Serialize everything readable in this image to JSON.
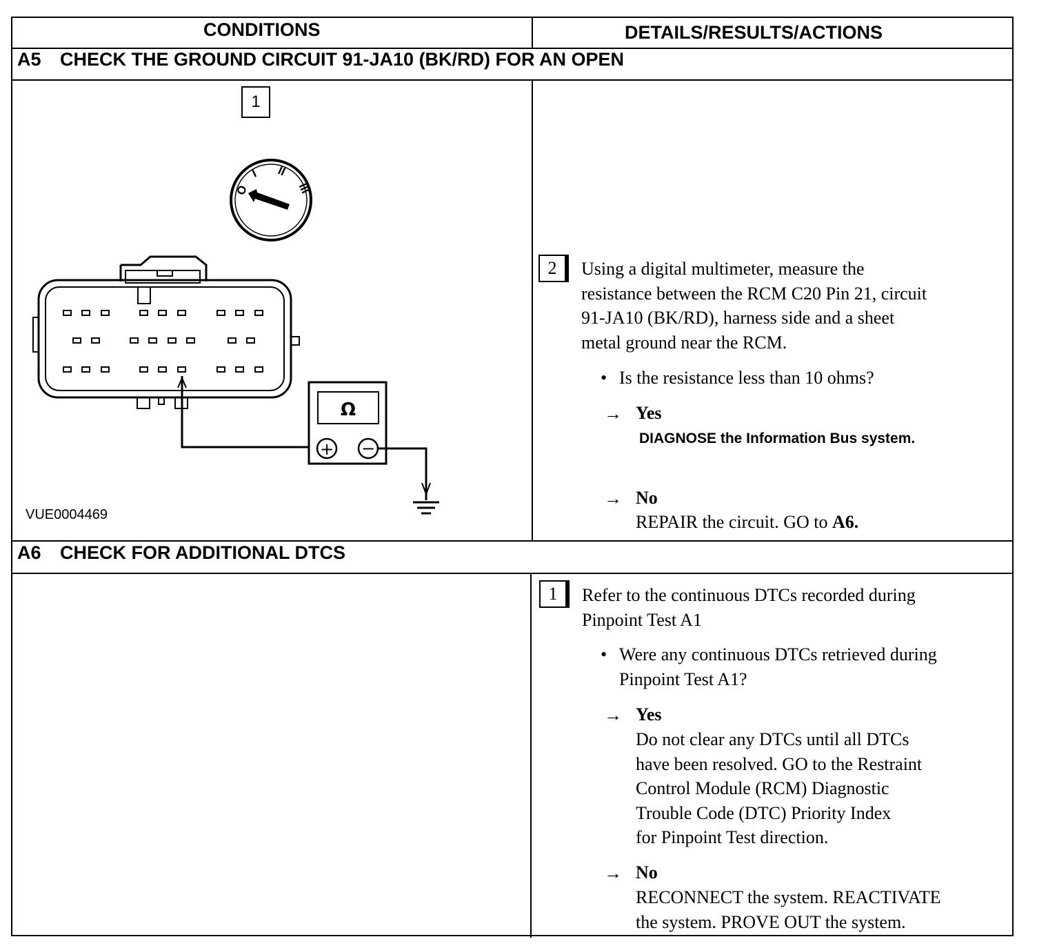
{
  "header": {
    "conditions": "CONDITIONS",
    "details": "DETAILS/RESULTS/ACTIONS"
  },
  "a5": {
    "code": "A5",
    "title": "CHECK THE GROUND CIRCUIT 91-JA10 (BK/RD) FOR AN OPEN",
    "figure": {
      "step_number": "1",
      "ignition_labels": [
        "O",
        "I",
        "II",
        "III"
      ],
      "meter_symbol": "Ω",
      "plus_symbol": "+",
      "minus_symbol": "−",
      "figure_id": "VUE0004469"
    },
    "step2": {
      "number": "2",
      "text": "Using a digital multimeter, measure the resistance between the RCM C20 Pin 21, circuit 91-JA10 (BK/RD), harness side and a sheet metal ground near the RCM.",
      "lines": [
        "Using a digital multimeter, measure the",
        "resistance between the RCM C20 Pin 21, circuit",
        "91-JA10 (BK/RD), harness side and a sheet",
        "metal ground near the RCM."
      ],
      "question": "Is the resistance less than 10 ohms?",
      "arrow": "→",
      "yes_label": "Yes",
      "yes_action": "DIAGNOSE the Information Bus system.",
      "no_label": "No",
      "no_action_prefix": "REPAIR the circuit. GO to ",
      "no_action_target": "A6."
    }
  },
  "a6": {
    "code": "A6",
    "title": "CHECK FOR ADDITIONAL DTCS",
    "step1": {
      "number": "1",
      "lines": [
        "Refer to the continuous DTCs recorded during",
        "Pinpoint Test A1"
      ],
      "question_lines": [
        "Were any continuous DTCs retrieved during",
        "Pinpoint Test A1?"
      ],
      "arrow": "→",
      "yes_label": "Yes",
      "yes_action_lines": [
        "Do not clear any DTCs until all DTCs",
        "have been resolved. GO to the Restraint",
        "Control Module (RCM) Diagnostic",
        "Trouble Code (DTC) Priority Index",
        "for Pinpoint Test direction."
      ],
      "no_label": "No",
      "no_action_lines": [
        "RECONNECT the system. REACTIVATE",
        "the system. PROVE OUT the system."
      ]
    }
  },
  "bullet_symbol": "•"
}
